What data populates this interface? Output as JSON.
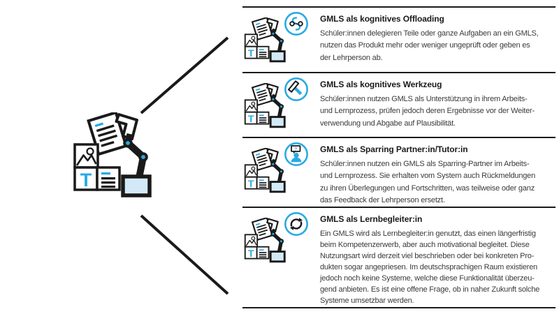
{
  "figure": {
    "name": "GMLS Nutzungsarten",
    "central_icon": {
      "name": "gmls-robot-arm-icon",
      "letter": "T"
    }
  },
  "colors": {
    "accent_blue": "#29ABE2",
    "accent_light_blue": "#D4E9F7",
    "outline_black": "#1A1A1A",
    "body_text": "#3A3A3A"
  },
  "sections": [
    {
      "icon": "route-icon",
      "title": "GMLS als kognitives Offloading",
      "body": "Schüler:innen delegieren Teile oder ganze Aufgaben an ein GMLS,\nnutzen das Produkt mehr oder weniger ungeprüft oder geben es\nder Lehrperson ab."
    },
    {
      "icon": "hammer-icon",
      "title": "GMLS als kognitives Werkzeug",
      "body": "Schüler:innen nutzen GMLS als Unterstützung in ihrem Arbeits-\nund Lernprozess, prüfen jedoch deren Ergebnisse vor der Weiter-\nverwendung und Abgabe auf Plausibilität."
    },
    {
      "icon": "tutor-chat-icon",
      "title": "GMLS als Sparring Partner:in/Tutor:in",
      "body": "Schüler:innen nutzen ein GMLS als Sparring-Partner im Arbeits-\nund Lernprozess. Sie erhalten vom System auch Rückmeldungen\nzu ihren Überlegungen und Fortschritten, was teilweise oder ganz\ndas Feedback der Lehrperson ersetzt."
    },
    {
      "icon": "cycle-icon",
      "title": "GMLS als Lernbegleiter:in",
      "body": "Ein GMLS wird als Lernbegleiter:in genutzt, das einen längerfristig\nbeim Kompetenzerwerb, aber auch motivational begleitet. Diese\nNutzungsart wird derzeit viel beschrieben oder bei konkreten Pro-\ndukten sogar angepriesen. Im deutschsprachigen Raum existieren\njedoch noch keine Systeme, welche diese Funktionalität überzeu-\ngend anbieten. Es ist eine offene Frage, ob in naher Zukunft solche\nSysteme umsetzbar werden."
    }
  ]
}
